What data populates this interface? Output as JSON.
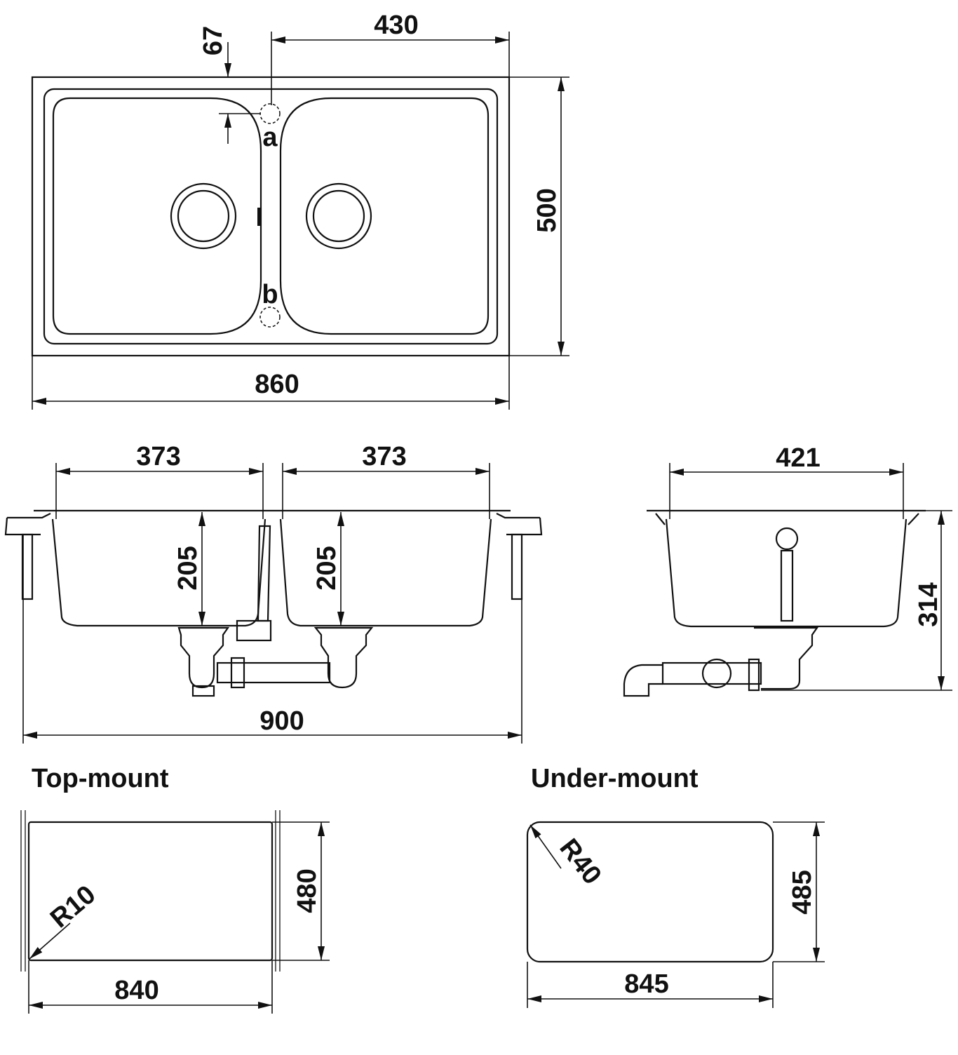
{
  "top_view": {
    "dim_edge_to_tap": "67",
    "dim_tap_offset": "430",
    "tap_a": "a",
    "tap_b": "b",
    "dim_depth": "500",
    "dim_width": "860"
  },
  "front_view": {
    "dim_bowl_left": "373",
    "dim_bowl_right": "373",
    "dim_bowl_depth_left": "205",
    "dim_bowl_depth_right": "205",
    "dim_total_width": "900"
  },
  "side_view": {
    "dim_width": "421",
    "dim_height": "314"
  },
  "top_mount": {
    "title": "Top-mount",
    "radius": "R10",
    "dim_height": "480",
    "dim_width": "840"
  },
  "under_mount": {
    "title": "Under-mount",
    "radius": "R40",
    "dim_height": "485",
    "dim_width": "845"
  }
}
